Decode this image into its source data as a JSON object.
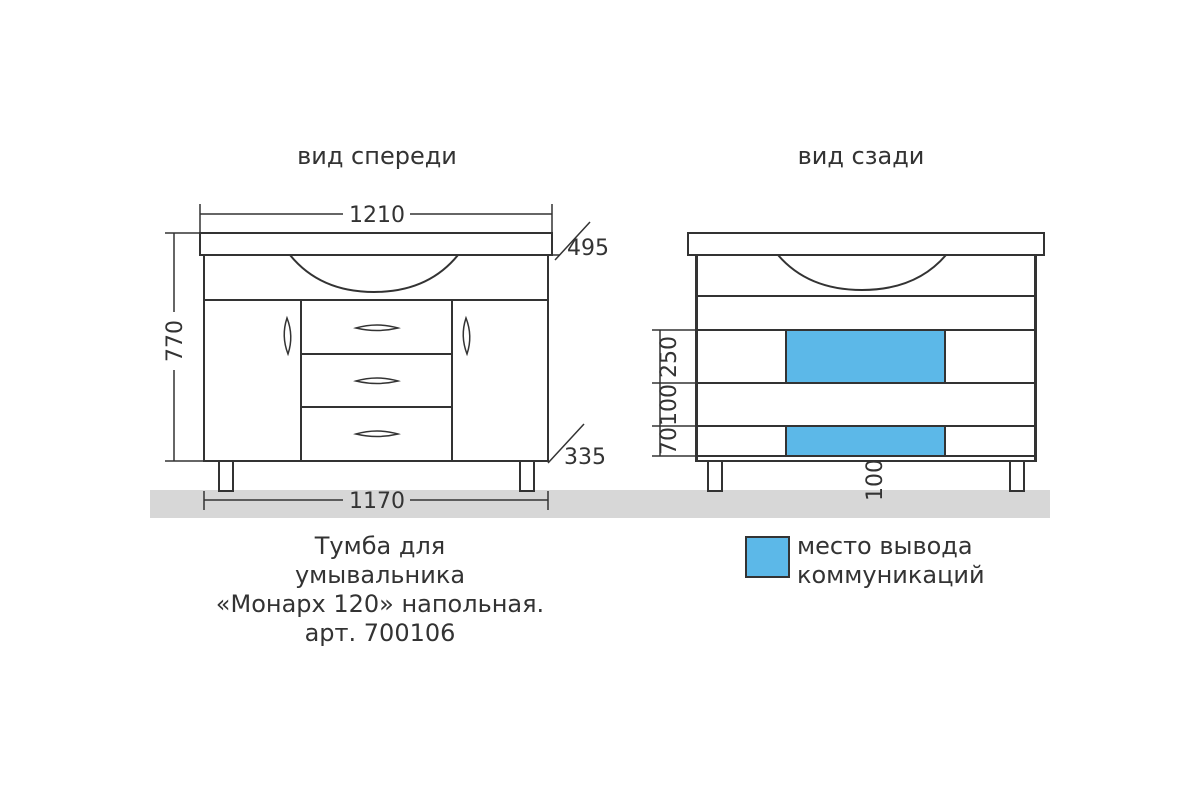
{
  "views": {
    "front_title": "вид спереди",
    "back_title": "вид сзади"
  },
  "dimensions": {
    "top_width": "1210",
    "bottom_width": "1170",
    "height": "770",
    "top_depth": "495",
    "bottom_depth": "335",
    "back_250": "250",
    "back_100": "100",
    "back_70": "70",
    "back_bottom_100": "100"
  },
  "caption": {
    "line1": "Тумба для",
    "line2": "умывальника",
    "line3": "«Монарх 120» напольная.",
    "line4": "арт. 700106"
  },
  "legend": {
    "line1": "место вывода",
    "line2": "коммуникаций"
  },
  "colors": {
    "communications": "#5cb8e8",
    "floor": "#d7d7d7",
    "line": "#333333"
  }
}
